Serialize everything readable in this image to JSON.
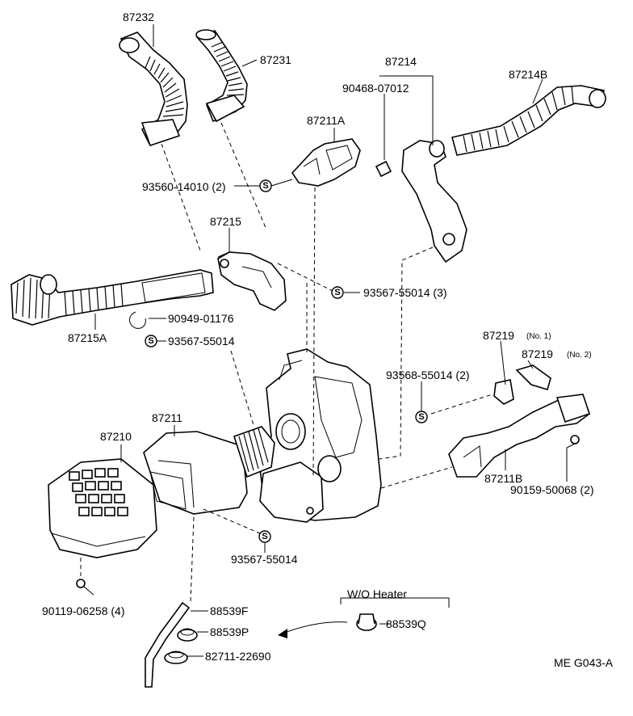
{
  "parts": {
    "p87232": "87232",
    "p87231": "87231",
    "p87214": "87214",
    "p87214B": "87214B",
    "p90468": "90468-07012",
    "p87211A": "87211A",
    "p93560": "93560-14010 (2)",
    "p87215": "87215",
    "p93567_3": "93567-55014 (3)",
    "p90949": "90949-01176",
    "p93567_a": "93567-55014",
    "p87215A": "87215A",
    "p87219_1": "87219",
    "p87219_1_note": "(No. 1)",
    "p87219_2": "87219",
    "p87219_2_note": "(No. 2)",
    "p93568": "93568-55014 (2)",
    "p87211": "87211",
    "p87210": "87210",
    "p87211B": "87211B",
    "p90159": "90159-50068 (2)",
    "p93567_b": "93567-55014",
    "p90119": "90119-06258 (4)",
    "p88539F": "88539F",
    "p88539P": "88539P",
    "p82711": "82711-22690",
    "p88539Q": "88539Q"
  },
  "s_marker": "S",
  "wo_heater": "W/O Heater",
  "figure_code": "ME  G043-A"
}
